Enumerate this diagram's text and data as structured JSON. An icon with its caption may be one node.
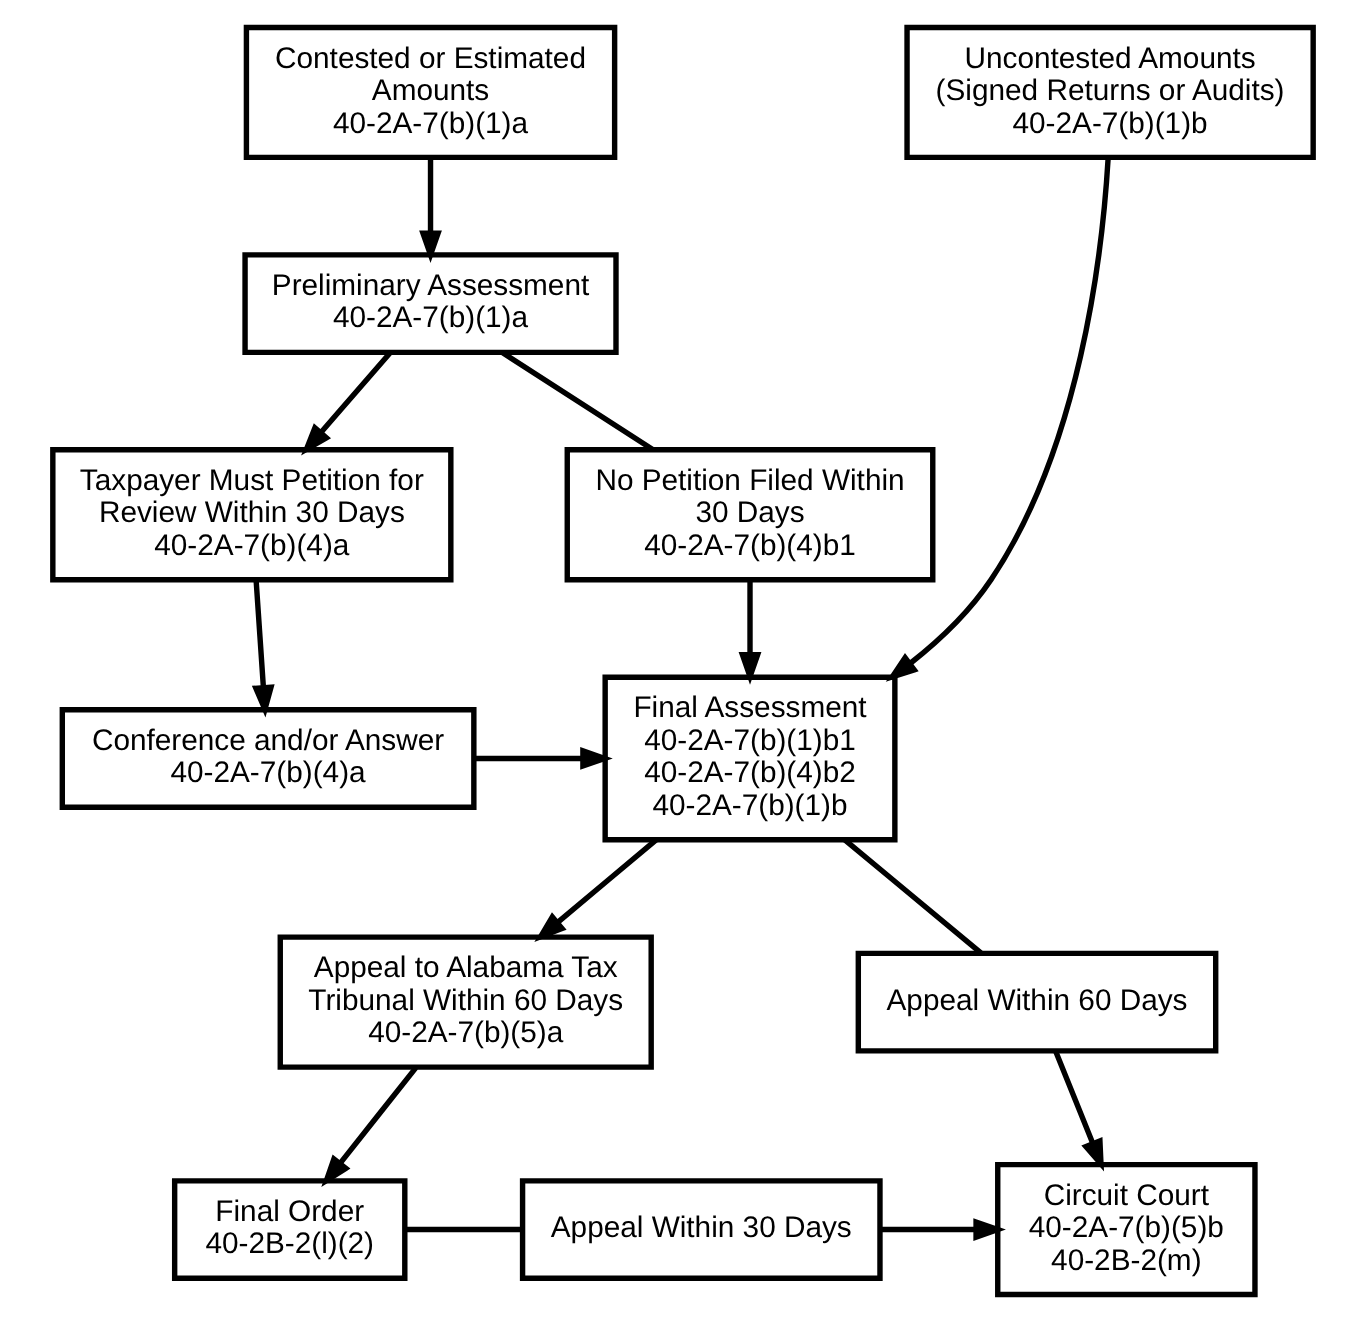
{
  "diagram": {
    "nodes": [
      {
        "text": [
          "Contested or Estimated Amounts",
          "40-2A-7(b)(1)a"
        ]
      },
      {
        "text": [
          "Uncontested Amounts (Signed Returns or Audits)",
          "40-2A-7(b)(1)b"
        ]
      },
      {
        "text": [
          "Preliminary Assessment",
          "40-2A-7(b)(1)a"
        ]
      },
      {
        "text": [
          "Taxpayer Must Petition for Review Within 30 Days",
          "40-2A-7(b)(4)a"
        ]
      },
      {
        "text": [
          "No Petition Filed Within 30 Days",
          "40-2A-7(b)(4)b1"
        ]
      },
      {
        "text": [
          "Conference and/or Answer",
          "40-2A-7(b)(4)a"
        ]
      },
      {
        "text": [
          "Final Assessment",
          "40-2A-7(b)(1)b1",
          "40-2A-7(b)(4)b2",
          "40-2A-7(b)(1)b"
        ]
      },
      {
        "text": [
          "Appeal to Alabama Tax Tribunal Within 60 Days",
          "40-2A-7(b)(5)a"
        ]
      },
      {
        "text": [
          "Appeal Within 60 Days"
        ]
      },
      {
        "text": [
          "Final Order",
          "40-2B-2(l)(2)"
        ]
      },
      {
        "text": [
          "Appeal Within 30 Days"
        ]
      },
      {
        "text": [
          "Circuit Court",
          "40-2A-7(b)(5)b",
          "40-2B-2(m)"
        ]
      }
    ],
    "edges": [
      {
        "from": 0,
        "to": 2,
        "arrow": "to"
      },
      {
        "from": 2,
        "to": 3,
        "arrow": "to"
      },
      {
        "from": 2,
        "to": 4,
        "arrow": "none"
      },
      {
        "from": 4,
        "to": 6,
        "arrow": "to"
      },
      {
        "from": 3,
        "to": 5,
        "arrow": "to"
      },
      {
        "from": 5,
        "to": 6,
        "arrow": "to"
      },
      {
        "from": 1,
        "to": 6,
        "arrow": "to"
      },
      {
        "from": 6,
        "to": 7,
        "arrow": "to"
      },
      {
        "from": 6,
        "to": 8,
        "arrow": "none"
      },
      {
        "from": 8,
        "to": 11,
        "arrow": "to"
      },
      {
        "from": 7,
        "to": 9,
        "arrow": "to"
      },
      {
        "from": 9,
        "to": 10,
        "arrow": "none"
      },
      {
        "from": 10,
        "to": 11,
        "arrow": "to"
      }
    ]
  }
}
